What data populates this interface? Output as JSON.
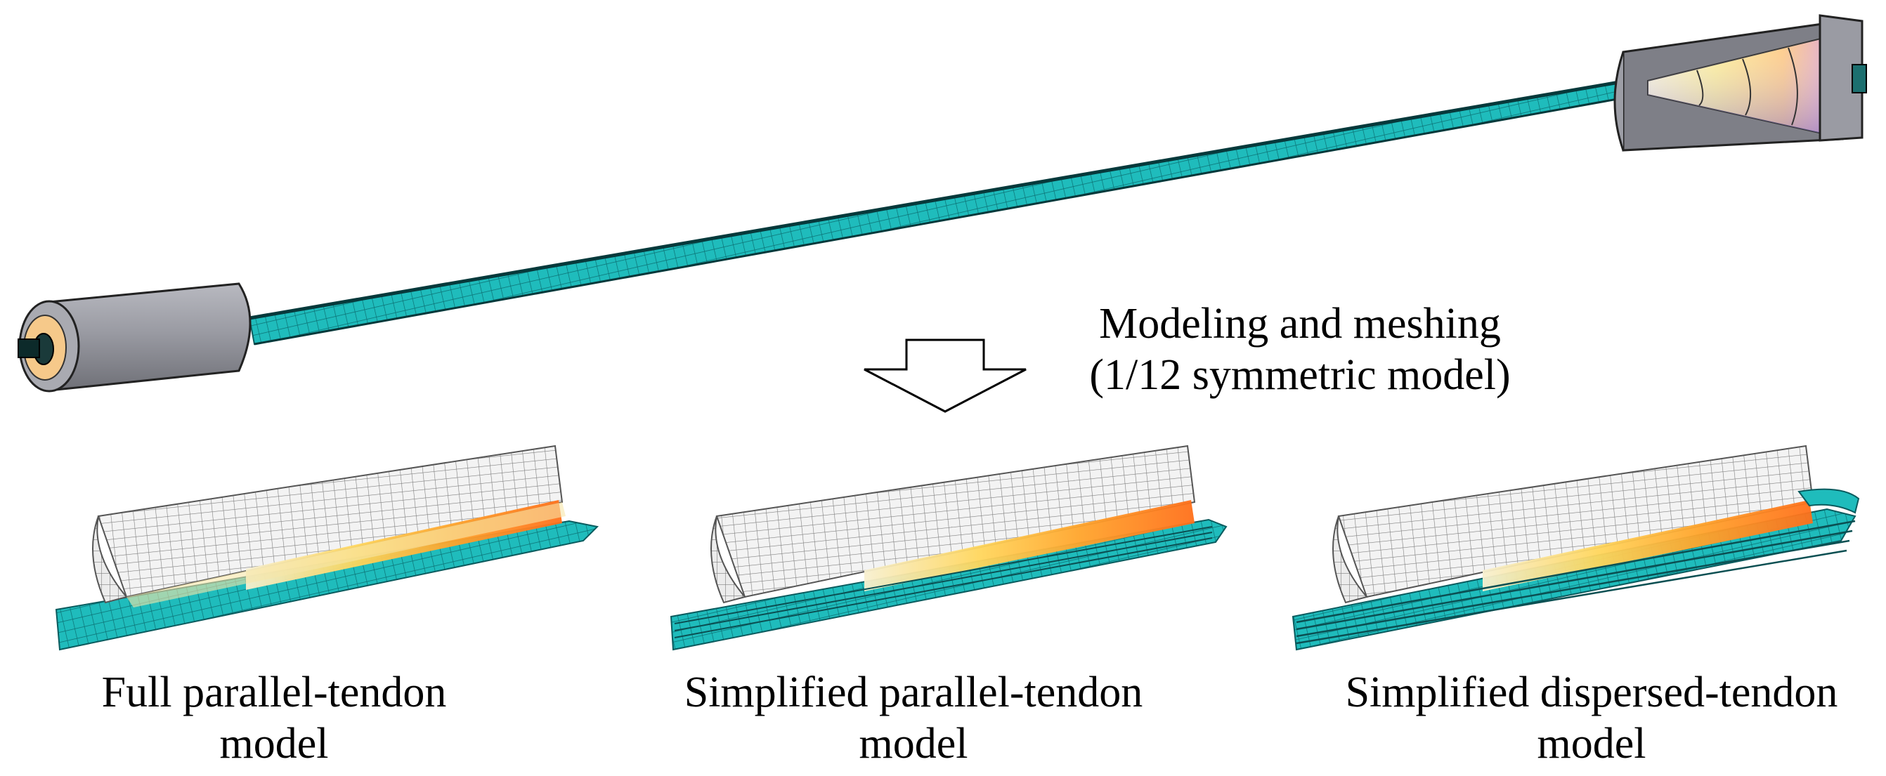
{
  "annotation": {
    "line1": "Modeling and meshing",
    "line2": "(1/12 symmetric model)"
  },
  "models": [
    {
      "line1": "Full parallel-tendon",
      "line2": "model"
    },
    {
      "line1": "Simplified parallel-tendon",
      "line2": "model"
    },
    {
      "line1": "Simplified dispersed-tendon",
      "line2": "model"
    }
  ],
  "colors": {
    "tendon": "#1fbcbc",
    "tendon_mesh": "#0b6f72",
    "anchor_gray": "#8e8f97",
    "anchor_light": "#b4b5bc",
    "anchor_inner": "#f6c98a",
    "wedge_yellow": "#fff39a",
    "wedge_orange": "#ff8a2a",
    "wedge_purple": "#b9a6e8",
    "mesh_white": "#f2f2f2",
    "mesh_line": "#7b7b7b",
    "contact_yellow": "#ffd45a",
    "contact_orange": "#ff7a1e"
  }
}
